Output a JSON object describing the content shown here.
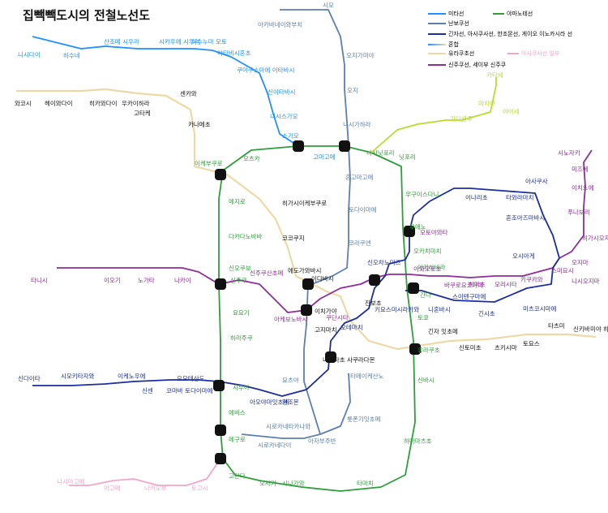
{
  "title": "집빽빽도시의 전철노선도",
  "colors": {
    "mitasen": "#1e90ff",
    "nanbo": "#5b7fb0",
    "ginza": "#1c2d9e",
    "yurakucho": "#ecd9a6",
    "shinjuku": "#8e2c9a",
    "yamanote": "#2e9e3a",
    "asakusa": "#f3a6c6",
    "kata": "#b9dc2c",
    "station": "#111111"
  },
  "legend": [
    {
      "label": "미타선",
      "color": "#1e90ff"
    },
    {
      "label": "야마노테선",
      "color": "#2e9e3a"
    },
    {
      "label": "난보쿠선",
      "color": "#5b7fb0"
    },
    {
      "label": "긴자선, 아사쿠사선, 한조몬선, 게이오 이노카시라 선",
      "color": "#1c2d9e"
    },
    {
      "label": "혼합",
      "color": "#1e90ff"
    },
    {
      "label": "유라쿠초선",
      "color": "#ecd9a6"
    },
    {
      "label": "아사쿠사선 일부",
      "color": "#f3a6c6"
    },
    {
      "label": "신주쿠선, 세이부 신주쿠",
      "color": "#8e2c9a"
    }
  ],
  "stations": [
    {
      "name": "니시다이",
      "color": "#1e90ff"
    },
    {
      "name": "하수네",
      "color": "#1e90ff"
    },
    {
      "name": "산조메 시우라",
      "color": "#1e90ff"
    },
    {
      "name": "시카우에 시우라",
      "color": "#1e90ff"
    },
    {
      "name": "하수누마 모토",
      "color": "#1e90ff"
    },
    {
      "name": "아타비시혼초",
      "color": "#1e90ff"
    },
    {
      "name": "쿠야쿠소마에 이타바시",
      "color": "#1e90ff"
    },
    {
      "name": "신이타바시",
      "color": "#1e90ff"
    },
    {
      "name": "니시스가모",
      "color": "#1e90ff"
    },
    {
      "name": "스가모",
      "color": "#1e90ff"
    },
    {
      "name": "아카바네이와부치",
      "color": "#5b7fb0"
    },
    {
      "name": "시모",
      "color": "#5b7fb0"
    },
    {
      "name": "오지가미야",
      "color": "#5b7fb0"
    },
    {
      "name": "오지",
      "color": "#5b7fb0"
    },
    {
      "name": "니시가하라",
      "color": "#5b7fb0"
    },
    {
      "name": "고마고메",
      "color": "#1e90ff"
    },
    {
      "name": "니시닛포리",
      "color": "#2e9e3a"
    },
    {
      "name": "혼고마고메",
      "color": "#5b7fb0"
    },
    {
      "name": "토다이마에",
      "color": "#5b7fb0"
    },
    {
      "name": "코라쿠엔",
      "color": "#5b7fb0"
    },
    {
      "name": "이다바시",
      "color": "#111111"
    },
    {
      "name": "닛포리",
      "color": "#2e9e3a"
    },
    {
      "name": "우구이스다니",
      "color": "#2e9e3a"
    },
    {
      "name": "우에노",
      "color": "#2e9e3a"
    },
    {
      "name": "오카치마치",
      "color": "#2e9e3a"
    },
    {
      "name": "아키하바라",
      "color": "#2e9e3a"
    },
    {
      "name": "간다",
      "color": "#2e9e3a"
    },
    {
      "name": "토쿄",
      "color": "#2e9e3a"
    },
    {
      "name": "유라쿠초",
      "color": "#2e9e3a"
    },
    {
      "name": "신바시",
      "color": "#2e9e3a"
    },
    {
      "name": "하마마츠초",
      "color": "#2e9e3a"
    },
    {
      "name": "타마치",
      "color": "#2e9e3a"
    },
    {
      "name": "시나가와",
      "color": "#2e9e3a"
    },
    {
      "name": "오사키",
      "color": "#2e9e3a"
    },
    {
      "name": "고탄다",
      "color": "#2e9e3a"
    },
    {
      "name": "메구로",
      "color": "#2e9e3a"
    },
    {
      "name": "에비스",
      "color": "#2e9e3a"
    },
    {
      "name": "시부야",
      "color": "#2e9e3a"
    },
    {
      "name": "하라주쿠",
      "color": "#2e9e3a"
    },
    {
      "name": "요요기",
      "color": "#2e9e3a"
    },
    {
      "name": "신주쿠",
      "color": "#2e9e3a"
    },
    {
      "name": "신오쿠보",
      "color": "#2e9e3a"
    },
    {
      "name": "다카다노바바",
      "color": "#2e9e3a"
    },
    {
      "name": "메지로",
      "color": "#2e9e3a"
    },
    {
      "name": "이케부쿠로",
      "color": "#2e9e3a"
    },
    {
      "name": "오츠카",
      "color": "#2e9e3a"
    },
    {
      "name": "와코시",
      "color": "#111111"
    },
    {
      "name": "헤이와다이",
      "color": "#111111"
    },
    {
      "name": "히카와다이",
      "color": "#111111"
    },
    {
      "name": "우카이하라",
      "color": "#111111"
    },
    {
      "name": "고타케",
      "color": "#111111"
    },
    {
      "name": "센카와",
      "color": "#111111"
    },
    {
      "name": "카나메초",
      "color": "#111111"
    },
    {
      "name": "히가시이케부쿠로",
      "color": "#111111"
    },
    {
      "name": "코코쿠지",
      "color": "#111111"
    },
    {
      "name": "에도가와바시",
      "color": "#111111"
    },
    {
      "name": "이치가야",
      "color": "#111111"
    },
    {
      "name": "고지마치",
      "color": "#111111"
    },
    {
      "name": "나가타초",
      "color": "#111111"
    },
    {
      "name": "사쿠라다몬",
      "color": "#111111"
    },
    {
      "name": "긴자 잇초메",
      "color": "#111111"
    },
    {
      "name": "신토미초",
      "color": "#111111"
    },
    {
      "name": "츠키시마",
      "color": "#111111"
    },
    {
      "name": "토요스",
      "color": "#111111"
    },
    {
      "name": "타츠미",
      "color": "#111111"
    },
    {
      "name": "신키바",
      "color": "#111111"
    },
    {
      "name": "미야 하아",
      "color": "#111111"
    },
    {
      "name": "타니시",
      "color": "#8e2c9a"
    },
    {
      "name": "이오기",
      "color": "#8e2c9a"
    },
    {
      "name": "노가타",
      "color": "#8e2c9a"
    },
    {
      "name": "나카이",
      "color": "#8e2c9a"
    },
    {
      "name": "신주쿠산초메",
      "color": "#8e2c9a"
    },
    {
      "name": "아케보노바시",
      "color": "#8e2c9a"
    },
    {
      "name": "쿠단시타",
      "color": "#8e2c9a"
    },
    {
      "name": "진보초",
      "color": "#111111"
    },
    {
      "name": "신오차노미즈",
      "color": "#1c2d9e"
    },
    {
      "name": "이와모토초",
      "color": "#8e2c9a"
    },
    {
      "name": "바쿠로요코야마",
      "color": "#8e2c9a"
    },
    {
      "name": "하마초",
      "color": "#8e2c9a"
    },
    {
      "name": "모리시타",
      "color": "#8e2c9a"
    },
    {
      "name": "키쿠카와",
      "color": "#8e2c9a"
    },
    {
      "name": "스미요시",
      "color": "#8e2c9a"
    },
    {
      "name": "니시오지마",
      "color": "#8e2c9a"
    },
    {
      "name": "오지마",
      "color": "#8e2c9a"
    },
    {
      "name": "히가시오지마",
      "color": "#8e2c9a"
    },
    {
      "name": "푸나보리",
      "color": "#8e2c9a"
    },
    {
      "name": "이치노에",
      "color": "#8e2c9a"
    },
    {
      "name": "미즈에",
      "color": "#8e2c9a"
    },
    {
      "name": "시노자키",
      "color": "#8e2c9a"
    },
    {
      "name": "모토야와타",
      "color": "#8e2c9a"
    },
    {
      "name": "이나리초",
      "color": "#1c2d9e"
    },
    {
      "name": "타와라마치",
      "color": "#1c2d9e"
    },
    {
      "name": "아사쿠사",
      "color": "#1c2d9e"
    },
    {
      "name": "혼조아즈마바시",
      "color": "#1c2d9e"
    },
    {
      "name": "오시아게",
      "color": "#1c2d9e"
    },
    {
      "name": "긴시초",
      "color": "#1c2d9e"
    },
    {
      "name": "스이텐구마에",
      "color": "#1c2d9e"
    },
    {
      "name": "니혼바시",
      "color": "#1c2d9e"
    },
    {
      "name": "미츠코시마에",
      "color": "#1c2d9e"
    },
    {
      "name": "키요스미시라카와",
      "color": "#1c2d9e"
    },
    {
      "name": "오테마치",
      "color": "#1c2d9e"
    },
    {
      "name": "한조몬",
      "color": "#1c2d9e"
    },
    {
      "name": "아오야마잇초메",
      "color": "#1c2d9e"
    },
    {
      "name": "오모테산도",
      "color": "#1c2d9e"
    },
    {
      "name": "신센",
      "color": "#1c2d9e"
    },
    {
      "name": "코마바 토다이마에",
      "color": "#1c2d9e"
    },
    {
      "name": "이케노우에",
      "color": "#1c2d9e"
    },
    {
      "name": "시모키타자와",
      "color": "#1c2d9e"
    },
    {
      "name": "신다이타",
      "color": "#1c2d9e"
    },
    {
      "name": "요츠야",
      "color": "#5b7fb0"
    },
    {
      "name": "타메이케산노",
      "color": "#5b7fb0"
    },
    {
      "name": "롯폰기잇초메",
      "color": "#5b7fb0"
    },
    {
      "name": "아자부주반",
      "color": "#5b7fb0"
    },
    {
      "name": "시로카네타카나와",
      "color": "#5b7fb0"
    },
    {
      "name": "시로카네다이",
      "color": "#5b7fb0"
    },
    {
      "name": "니시마고메",
      "color": "#f3a6c6"
    },
    {
      "name": "마고메",
      "color": "#f3a6c6"
    },
    {
      "name": "나카노부",
      "color": "#f3a6c6"
    },
    {
      "name": "토고시",
      "color": "#f3a6c6"
    },
    {
      "name": "카타세",
      "color": "#b9dc2c"
    },
    {
      "name": "기타센주",
      "color": "#b9dc2c"
    },
    {
      "name": "마치야",
      "color": "#b9dc2c"
    },
    {
      "name": "아야세",
      "color": "#b9dc2c"
    }
  ]
}
